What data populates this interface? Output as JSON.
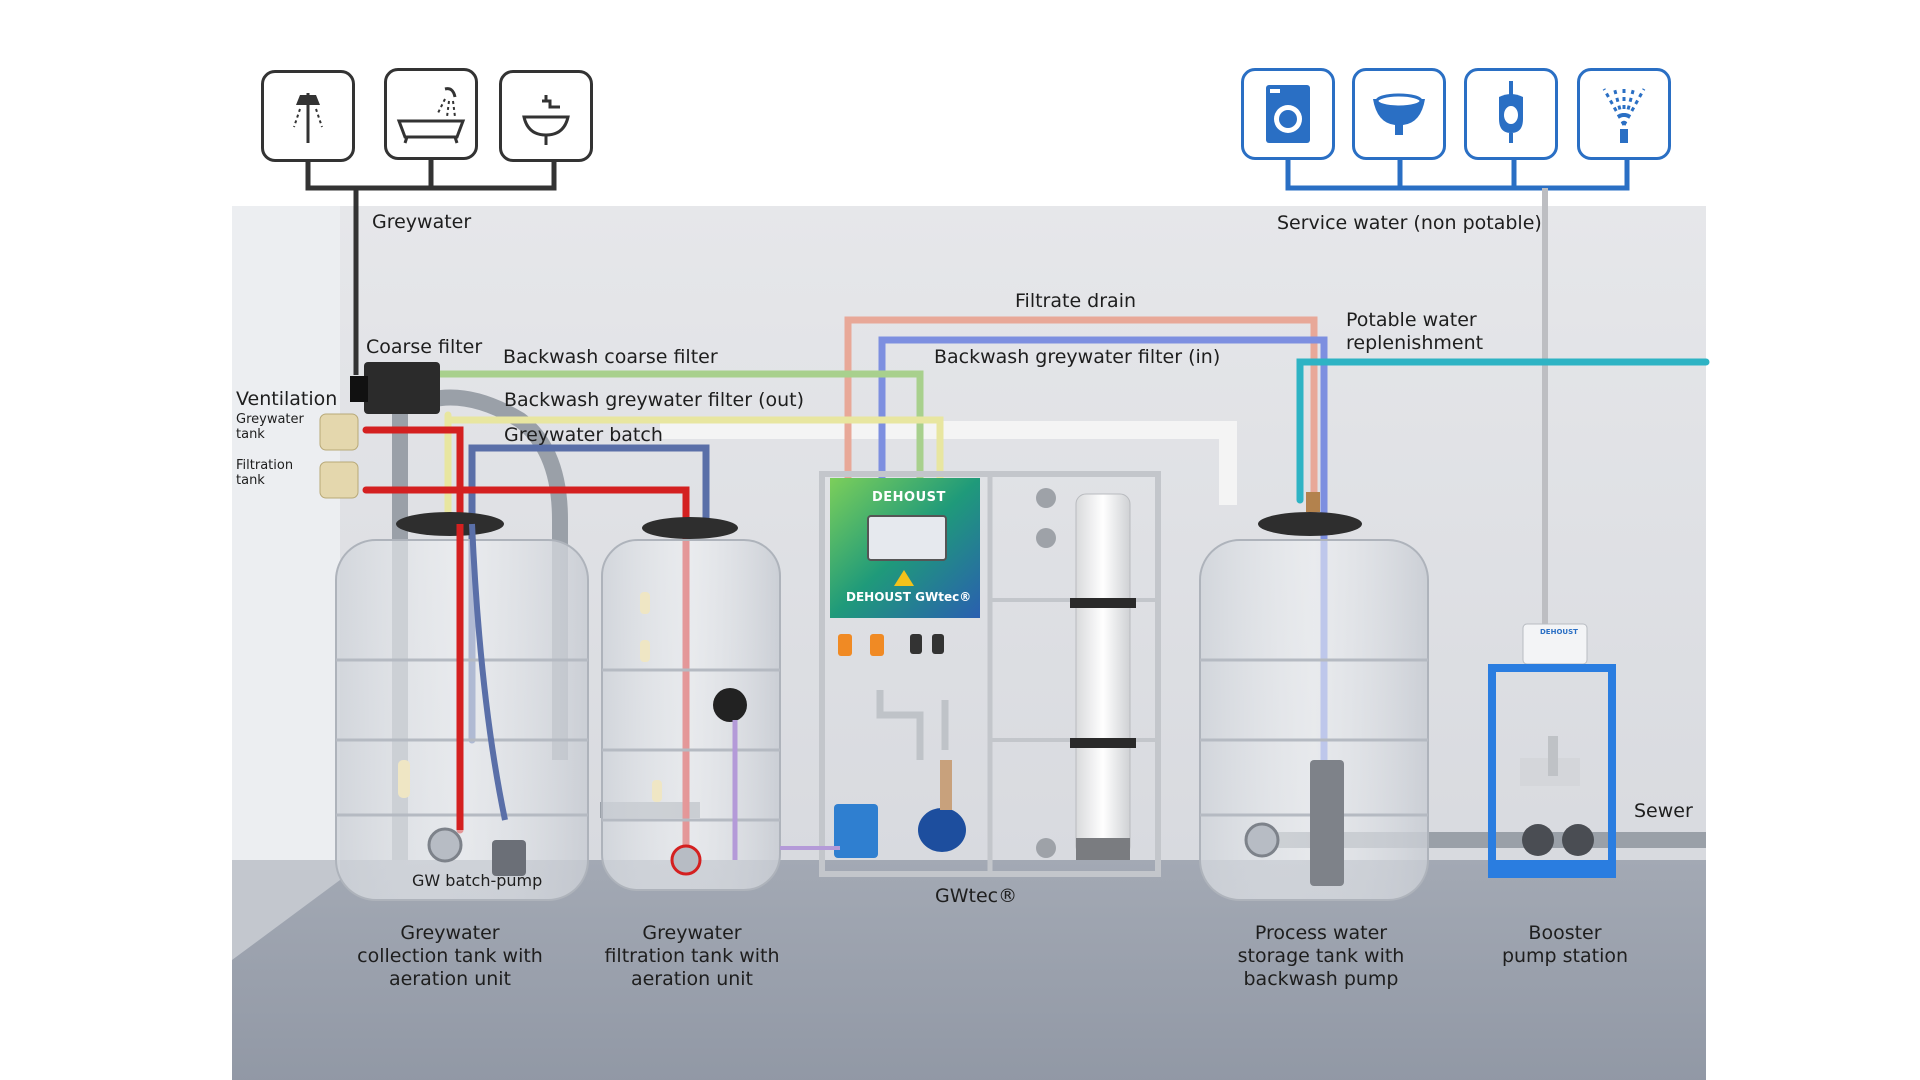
{
  "title": "",
  "colors": {
    "greywater_pipe": "#333333",
    "service_water_pipe": "#2a6fc4",
    "backwash_coarse": "#a8d08d",
    "backwash_out": "#e8e6a0",
    "greywater_batch": "#5a6fa8",
    "filtrate_drain": "#e8a898",
    "backwash_in": "#7d8fe0",
    "potable_water": "#2eb3c4",
    "red_pipe": "#d42020"
  },
  "icons": {
    "greywater_sources": [
      "shower-icon",
      "bathtub-icon",
      "washbasin-icon"
    ],
    "service_uses": [
      "washing-machine-icon",
      "toilet-icon",
      "urinal-icon",
      "irrigation-icon"
    ]
  },
  "labels": {
    "greywater": "Greywater",
    "service_water": "Service water (non potable)",
    "coarse_filter": "Coarse filter",
    "ventilation": "Ventilation",
    "greywater_tank": [
      "Greywater",
      "tank"
    ],
    "filtration_tank": [
      "Filtration",
      "tank"
    ],
    "backwash_coarse_filter": "Backwash coarse filter",
    "backwash_greywater_filter_out": "Backwash greywater filter (out)",
    "greywater_batch": "Greywater batch",
    "filtrate_drain": "Filtrate drain",
    "backwash_greywater_filter_in": "Backwash greywater filter (in)",
    "potable_water_replenishment": [
      "Potable water",
      "replenishment"
    ],
    "gw_batch_pump": "GW batch-pump",
    "gwtec": "GWtec®",
    "sewer": "Sewer",
    "tank1": [
      "Greywater",
      "collection tank with",
      "aeration unit"
    ],
    "tank2": [
      "Greywater",
      "filtration tank with",
      "aeration unit"
    ],
    "tank3": [
      "Process water",
      "storage tank with",
      "backwash pump"
    ],
    "booster": [
      "Booster",
      "pump station"
    ]
  },
  "device": {
    "brand": "DEHOUST",
    "brand_product": "DEHOUST GWtec®",
    "booster_brand": "DEHOUST"
  }
}
